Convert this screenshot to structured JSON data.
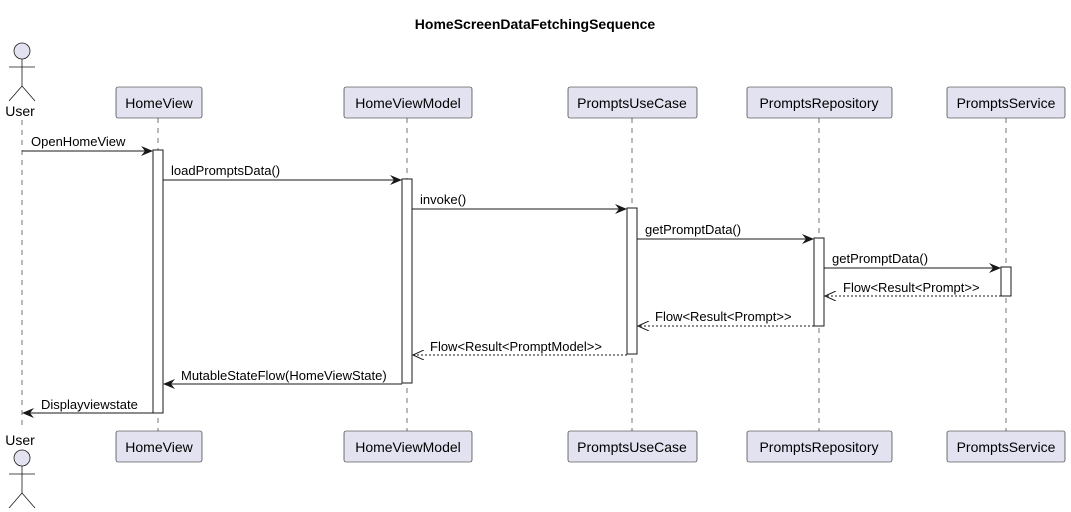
{
  "title": "HomeScreenDataFetchingSequence",
  "actor": {
    "label": "User"
  },
  "participants": [
    {
      "id": "homeview",
      "label": "HomeView"
    },
    {
      "id": "homeviewmodel",
      "label": "HomeViewModel"
    },
    {
      "id": "promptsusecase",
      "label": "PromptsUseCase"
    },
    {
      "id": "promptsrepository",
      "label": "PromptsRepository"
    },
    {
      "id": "promptsservice",
      "label": "PromptsService"
    }
  ],
  "messages": [
    {
      "from": "user",
      "to": "homeview",
      "label": "OpenHomeView",
      "style": "solid"
    },
    {
      "from": "homeview",
      "to": "homeviewmodel",
      "label": "loadPromptsData()",
      "style": "solid"
    },
    {
      "from": "homeviewmodel",
      "to": "promptsusecase",
      "label": "invoke()",
      "style": "solid"
    },
    {
      "from": "promptsusecase",
      "to": "promptsrepository",
      "label": "getPromptData()",
      "style": "solid"
    },
    {
      "from": "promptsrepository",
      "to": "promptsservice",
      "label": "getPromptData()",
      "style": "solid"
    },
    {
      "from": "promptsservice",
      "to": "promptsrepository",
      "label": "Flow<Result<Prompt>>",
      "style": "dashed"
    },
    {
      "from": "promptsrepository",
      "to": "promptsusecase",
      "label": "Flow<Result<Prompt>>",
      "style": "dashed"
    },
    {
      "from": "promptsusecase",
      "to": "homeviewmodel",
      "label": "Flow<Result<PromptModel>>",
      "style": "dashed"
    },
    {
      "from": "homeviewmodel",
      "to": "homeview",
      "label": "MutableStateFlow(HomeViewState)",
      "style": "solid"
    },
    {
      "from": "homeview",
      "to": "user",
      "label": "Displayviewstate",
      "style": "solid"
    }
  ]
}
